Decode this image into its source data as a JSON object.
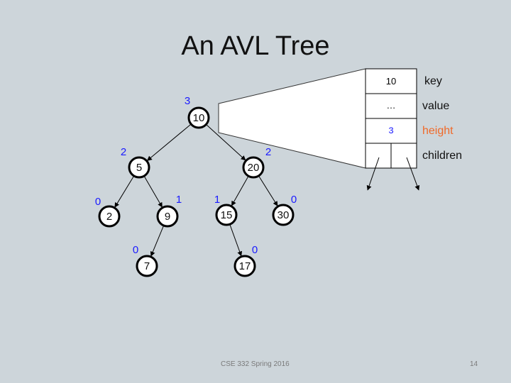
{
  "title": "An AVL Tree",
  "tree": {
    "nodes": [
      {
        "id": "n10",
        "key": "10",
        "height": "3"
      },
      {
        "id": "n5",
        "key": "5",
        "height": "2"
      },
      {
        "id": "n20",
        "key": "20",
        "height": "2"
      },
      {
        "id": "n2",
        "key": "2",
        "height": "0"
      },
      {
        "id": "n9",
        "key": "9",
        "height": "1"
      },
      {
        "id": "n15",
        "key": "15",
        "height": "1"
      },
      {
        "id": "n30",
        "key": "30",
        "height": "0"
      },
      {
        "id": "n7",
        "key": "7",
        "height": "0"
      },
      {
        "id": "n17",
        "key": "17",
        "height": "0"
      }
    ],
    "edges": [
      [
        "n10",
        "n5"
      ],
      [
        "n10",
        "n20"
      ],
      [
        "n5",
        "n2"
      ],
      [
        "n5",
        "n9"
      ],
      [
        "n20",
        "n15"
      ],
      [
        "n20",
        "n30"
      ],
      [
        "n9",
        "n7"
      ],
      [
        "n15",
        "n17"
      ]
    ]
  },
  "node_detail": {
    "key_value": "10",
    "value_value": "…",
    "height_value": "3",
    "labels": {
      "key": "key",
      "value": "value",
      "height": "height",
      "children": "children"
    }
  },
  "colors": {
    "height_number": "#1a1aff",
    "height_label": "#f06a2a",
    "background": "#cdd5da"
  },
  "footer": {
    "course": "CSE 332 Spring 2016",
    "page_number": "14"
  }
}
